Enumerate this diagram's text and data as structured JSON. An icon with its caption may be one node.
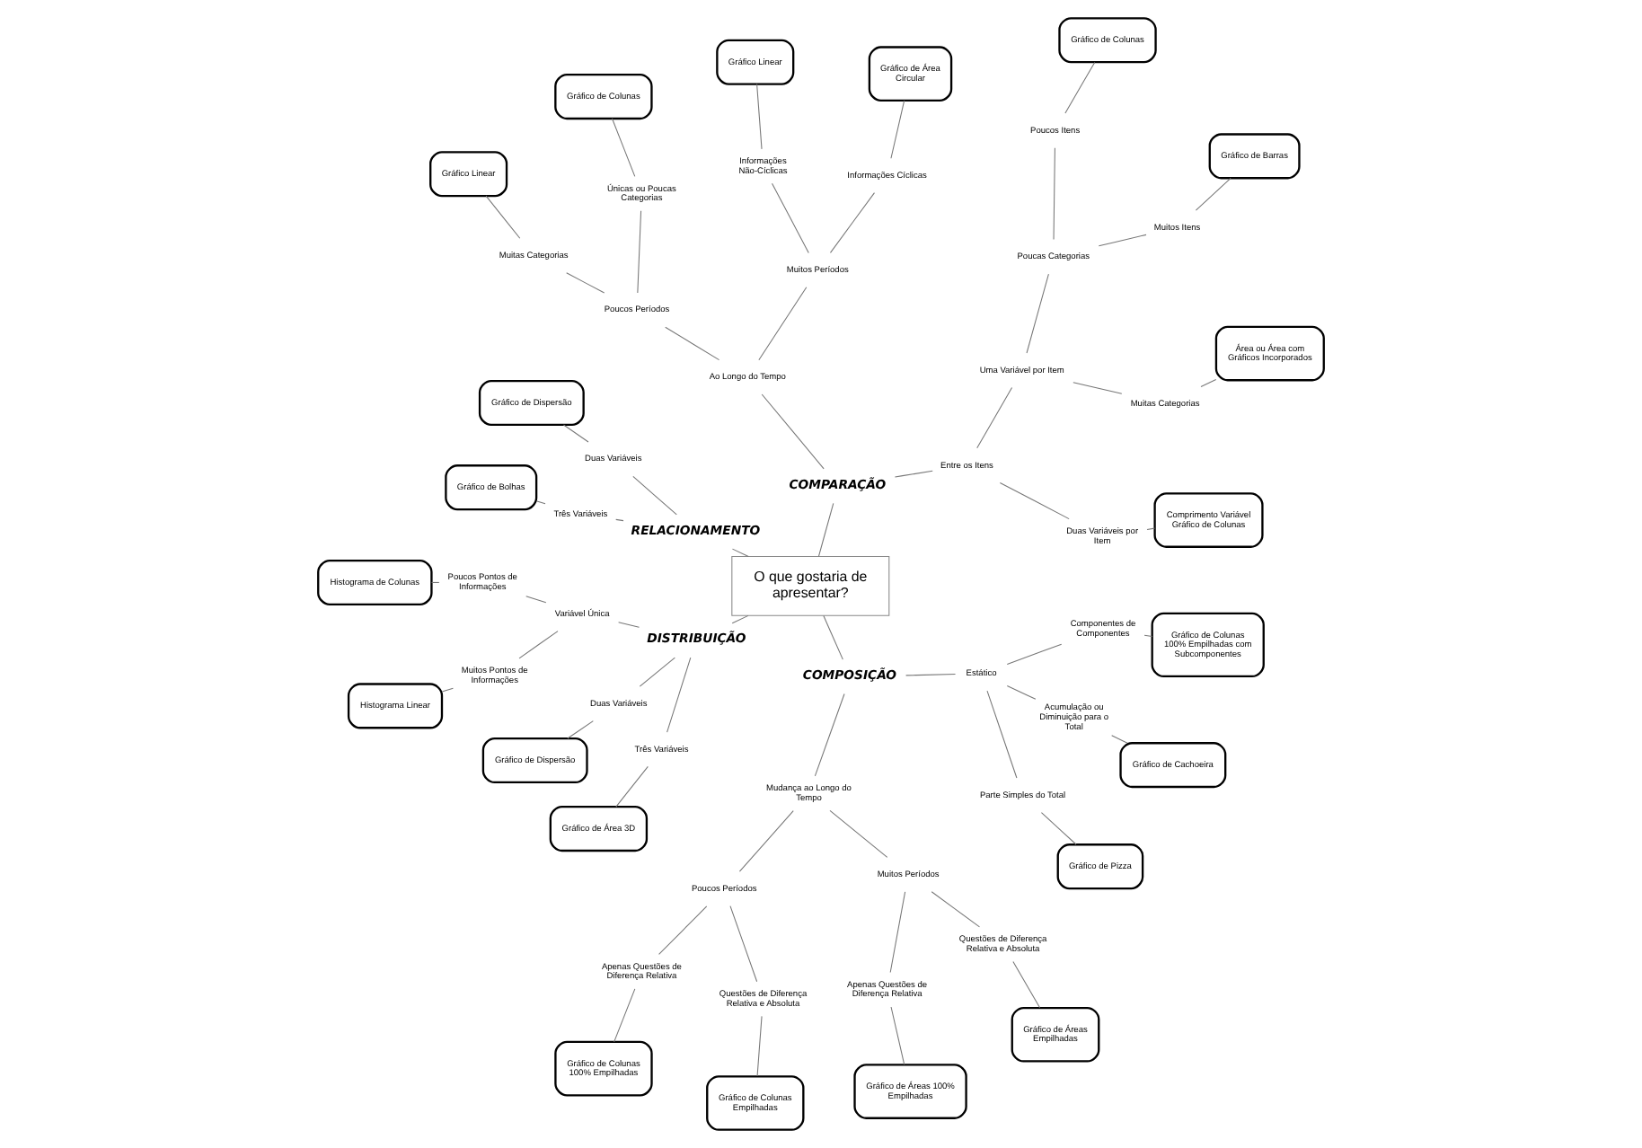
{
  "diagram": {
    "nodes": [
      {
        "text": [
          "Comprimento Variável Gráfico de Colunas"
        ]
      },
      {
        "text": [
          "Área ou Área com Gráficos Incorporados"
        ]
      },
      {
        "text": [
          "Gráfico de Barras"
        ]
      },
      {
        "text": [
          "Gráfico de Colunas"
        ]
      },
      {
        "text": [
          "Gráfico de Área Circular"
        ]
      },
      {
        "text": [
          "Gráfico Linear"
        ]
      },
      {
        "text": [
          "Gráfico de Colunas"
        ]
      },
      {
        "text": [
          "Gráfico Linear"
        ]
      },
      {
        "text": [
          "Muitos Itens"
        ]
      },
      {
        "text": [
          "Poucos Itens"
        ]
      },
      {
        "text": [
          "Informações Cíclicas"
        ]
      },
      {
        "text": [
          "Informações Não-Cíclicas"
        ]
      },
      {
        "text": [
          "Únicas ou Poucas Categorias"
        ]
      },
      {
        "text": [
          "Muitas Categorias"
        ]
      },
      {
        "text": [
          "Duas Variáveis por Item"
        ]
      },
      {
        "text": [
          "Muitas Categorias"
        ]
      },
      {
        "text": [
          "Poucas Categorias"
        ]
      },
      {
        "text": [
          "Muitos Períodos"
        ]
      },
      {
        "text": [
          "Poucos Períodos"
        ]
      },
      {
        "text": [
          "Uma Variável por Item"
        ]
      },
      {
        "text": [
          "Entre os Itens"
        ]
      },
      {
        "text": [
          "Ao Longo do Tempo"
        ]
      },
      {
        "text": [
          "COMPARAÇÃO"
        ]
      },
      {
        "text": [
          "Histograma de Colunas"
        ]
      },
      {
        "text": [
          "Variável Única"
        ]
      },
      {
        "text": [
          "Poucos Pontos de Informações"
        ]
      },
      {
        "text": [
          "Gráfico de Dispersão"
        ]
      },
      {
        "text": [
          "Duas Variáveis"
        ]
      },
      {
        "text": [
          "RELACIONAMENTO"
        ]
      },
      {
        "text": [
          "O que gostaria de apresentar?"
        ]
      },
      {
        "text": [
          "DISTRIBUIÇÃO"
        ]
      },
      {
        "text": [
          "Muitos Pontos de Informações"
        ]
      },
      {
        "text": [
          "Histograma Linear"
        ]
      },
      {
        "text": [
          "Gráfico de Bolhas"
        ]
      },
      {
        "text": [
          "Três Variáveis"
        ]
      },
      {
        "text": [
          "COMPOSIÇÃO"
        ]
      },
      {
        "text": [
          "Duas Variáveis"
        ]
      },
      {
        "text": [
          "Gráfico de Dispersão"
        ]
      },
      {
        "text": [
          "Mudança ao Longo do Tempo"
        ]
      },
      {
        "text": [
          "Estático"
        ]
      },
      {
        "text": [
          "Três Variáveis"
        ]
      },
      {
        "text": [
          "Gráfico de Área 3D"
        ]
      },
      {
        "text": [
          "Poucos Períodos"
        ]
      },
      {
        "text": [
          "Muitos Períodos"
        ]
      },
      {
        "text": [
          "Apenas Questões de Diferença Relativa"
        ]
      },
      {
        "text": [
          "Questões de Diferença Relativa e Absoluta"
        ]
      },
      {
        "text": [
          "Apenas Questões de Diferença Relativa"
        ]
      },
      {
        "text": [
          "Questões de Diferença Relativa e Absoluta"
        ]
      },
      {
        "text": [
          "Parte Simples do Total"
        ]
      },
      {
        "text": [
          "Acumulação ou Diminuição para o Total"
        ]
      },
      {
        "text": [
          "Componentes de Componentes"
        ]
      },
      {
        "text": [
          "Gráfico de Colunas 100% Empilhadas"
        ]
      },
      {
        "text": [
          "Gráfico de Colunas Empilhadas"
        ]
      },
      {
        "text": [
          "Gráfico de Áreas 100% Empilhadas"
        ]
      },
      {
        "text": [
          "Gráfico de Áreas Empilhadas"
        ]
      },
      {
        "text": [
          "Gráfico de Pizza"
        ]
      },
      {
        "text": [
          "Gráfico de Cachoeira"
        ]
      },
      {
        "text": [
          "Gráfico de Colunas 100% Empilhadas com Subcomponentes"
        ]
      }
    ],
    "edges": [
      {
        "from": 29,
        "to": 22,
        "arrow": "none"
      },
      {
        "from": 22,
        "to": 20,
        "arrow": "none"
      },
      {
        "from": 22,
        "to": 21,
        "arrow": "none"
      },
      {
        "from": 20,
        "to": 14,
        "arrow": "none"
      },
      {
        "from": 20,
        "to": 19,
        "arrow": "none"
      },
      {
        "from": 14,
        "to": 0,
        "arrow": "none"
      },
      {
        "from": 19,
        "to": 15,
        "arrow": "none"
      },
      {
        "from": 19,
        "to": 16,
        "arrow": "none"
      },
      {
        "from": 15,
        "to": 1,
        "arrow": "none"
      },
      {
        "from": 16,
        "to": 8,
        "arrow": "none"
      },
      {
        "from": 16,
        "to": 9,
        "arrow": "none"
      },
      {
        "from": 8,
        "to": 2,
        "arrow": "none"
      },
      {
        "from": 9,
        "to": 3,
        "arrow": "none"
      },
      {
        "from": 21,
        "to": 17,
        "arrow": "none"
      },
      {
        "from": 21,
        "to": 18,
        "arrow": "none"
      },
      {
        "from": 17,
        "to": 10,
        "arrow": "none"
      },
      {
        "from": 17,
        "to": 11,
        "arrow": "none"
      },
      {
        "from": 10,
        "to": 4,
        "arrow": "none"
      },
      {
        "from": 11,
        "to": 5,
        "arrow": "none"
      },
      {
        "from": 18,
        "to": 12,
        "arrow": "none"
      },
      {
        "from": 18,
        "to": 13,
        "arrow": "none"
      },
      {
        "from": 12,
        "to": 6,
        "arrow": "none"
      },
      {
        "from": 13,
        "to": 7,
        "arrow": "none"
      },
      {
        "from": 29,
        "to": 28,
        "arrow": "none"
      },
      {
        "from": 28,
        "to": 27,
        "arrow": "none"
      },
      {
        "from": 28,
        "to": 34,
        "arrow": "none"
      },
      {
        "from": 27,
        "to": 26,
        "arrow": "none"
      },
      {
        "from": 34,
        "to": 33,
        "arrow": "none"
      },
      {
        "from": 29,
        "to": 30,
        "arrow": "none"
      },
      {
        "from": 30,
        "to": 24,
        "arrow": "none"
      },
      {
        "from": 30,
        "to": 36,
        "arrow": "none"
      },
      {
        "from": 30,
        "to": 40,
        "arrow": "none"
      },
      {
        "from": 24,
        "to": 25,
        "arrow": "none"
      },
      {
        "from": 24,
        "to": 31,
        "arrow": "none"
      },
      {
        "from": 25,
        "to": 23,
        "arrow": "none"
      },
      {
        "from": 31,
        "to": 32,
        "arrow": "none"
      },
      {
        "from": 36,
        "to": 37,
        "arrow": "none"
      },
      {
        "from": 40,
        "to": 41,
        "arrow": "none"
      },
      {
        "from": 29,
        "to": 35,
        "arrow": "none"
      },
      {
        "from": 35,
        "to": 38,
        "arrow": "none"
      },
      {
        "from": 35,
        "to": 39,
        "arrow": "none"
      },
      {
        "from": 38,
        "to": 42,
        "arrow": "none"
      },
      {
        "from": 38,
        "to": 43,
        "arrow": "none"
      },
      {
        "from": 42,
        "to": 44,
        "arrow": "none"
      },
      {
        "from": 42,
        "to": 45,
        "arrow": "none"
      },
      {
        "from": 43,
        "to": 46,
        "arrow": "none"
      },
      {
        "from": 43,
        "to": 47,
        "arrow": "none"
      },
      {
        "from": 44,
        "to": 51,
        "arrow": "none"
      },
      {
        "from": 45,
        "to": 52,
        "arrow": "none"
      },
      {
        "from": 46,
        "to": 53,
        "arrow": "none"
      },
      {
        "from": 47,
        "to": 54,
        "arrow": "none"
      },
      {
        "from": 39,
        "to": 48,
        "arrow": "none"
      },
      {
        "from": 39,
        "to": 49,
        "arrow": "none"
      },
      {
        "from": 39,
        "to": 50,
        "arrow": "none"
      },
      {
        "from": 48,
        "to": 55,
        "arrow": "none"
      },
      {
        "from": 49,
        "to": 56,
        "arrow": "none"
      },
      {
        "from": 50,
        "to": 57,
        "arrow": "none"
      }
    ]
  }
}
